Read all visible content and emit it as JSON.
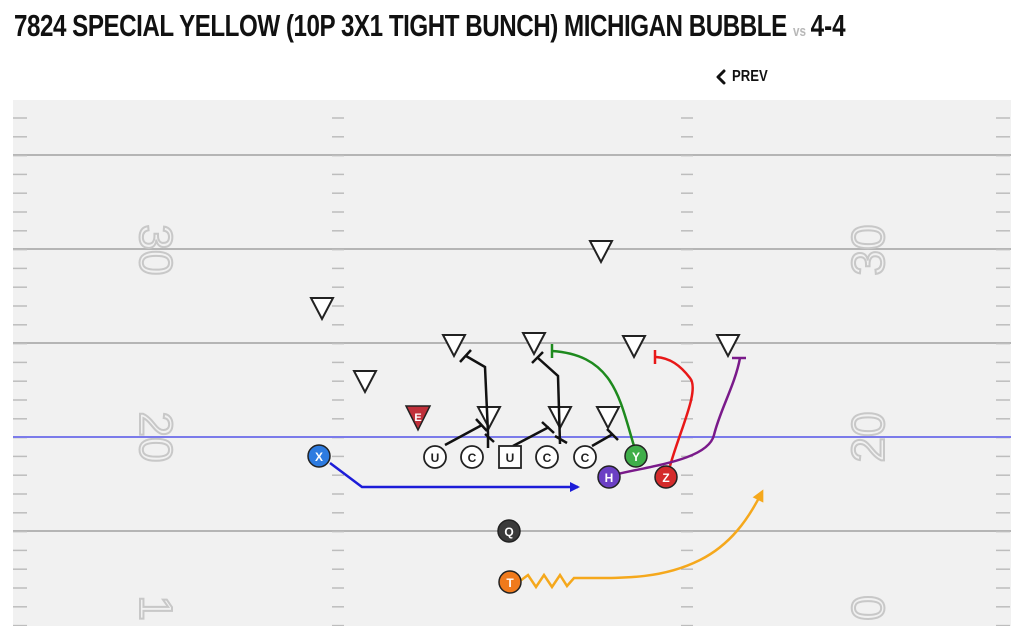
{
  "header": {
    "title": "7824 SPECIAL YELLOW (10P 3X1 TIGHT BUNCH) MICHIGAN BUBBLE",
    "vs": "vs",
    "defense": "4-4"
  },
  "nav": {
    "prev_label": "PREV",
    "prev_icon": "chevron-left-icon"
  },
  "field": {
    "yard_numbers": [
      "30",
      "20",
      "1",
      "30",
      "20",
      "0"
    ],
    "line_of_scrimmage_color": "#7b7bea"
  },
  "offense": [
    {
      "label": "X",
      "color": "#2d7be0"
    },
    {
      "label": "U",
      "color": "#ffffff"
    },
    {
      "label": "C",
      "color": "#ffffff"
    },
    {
      "label": "U",
      "color": "#ffffff"
    },
    {
      "label": "C",
      "color": "#ffffff"
    },
    {
      "label": "C",
      "color": "#ffffff"
    },
    {
      "label": "Y",
      "color": "#3fae49"
    },
    {
      "label": "H",
      "color": "#6b3fc4"
    },
    {
      "label": "Z",
      "color": "#d42b2b"
    },
    {
      "label": "Q",
      "color": "#3a3a3a"
    },
    {
      "label": "T",
      "color": "#f07a1c"
    }
  ],
  "defense": [
    {
      "label": "E",
      "color": "#c0303a"
    }
  ],
  "route_colors": {
    "x": "#1c1cd8",
    "y": "#1e8a1e",
    "z": "#e81818",
    "h": "#7a1a8a",
    "t": "#f5a81c",
    "blocks": "#111111"
  }
}
